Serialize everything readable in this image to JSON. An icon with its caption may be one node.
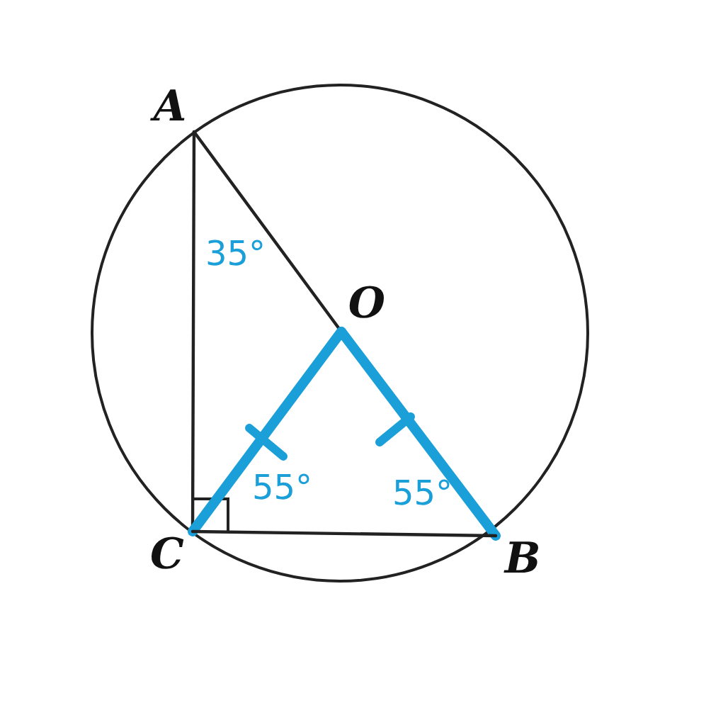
{
  "diagram": {
    "nodes": [
      {
        "text": [
          "A"
        ]
      },
      {
        "text": [
          "O"
        ]
      },
      {
        "text": [
          "C"
        ]
      },
      {
        "text": [
          "B"
        ]
      }
    ],
    "edges": [
      {
        "from": 0,
        "to": 2,
        "arrow": "none"
      },
      {
        "from": 0,
        "to": 1,
        "arrow": "none"
      },
      {
        "from": 1,
        "to": 2,
        "arrow": "none",
        "style": "thick",
        "color": "#1a9fd9"
      },
      {
        "from": 1,
        "to": 3,
        "arrow": "none",
        "style": "thick",
        "color": "#1a9fd9"
      },
      {
        "from": 2,
        "to": 3,
        "arrow": "none"
      }
    ],
    "labels": [
      "35°",
      "55°",
      "55°"
    ]
  }
}
